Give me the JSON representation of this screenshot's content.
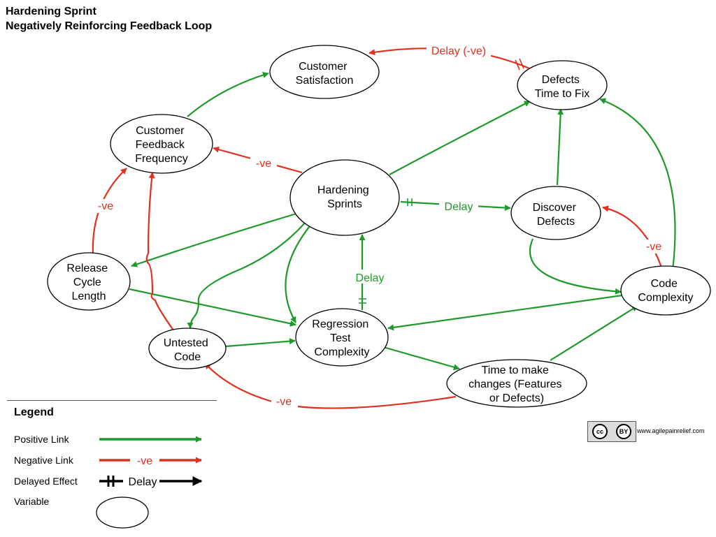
{
  "title": {
    "line1": "Hardening Sprint",
    "line2": "Negatively Reinforcing Feedback Loop"
  },
  "colors": {
    "positive": "#1f9a2a",
    "negative": "#e0301e",
    "delay": "#000000"
  },
  "nodes": {
    "customer_satisfaction": [
      "Customer",
      "Satisfaction"
    ],
    "defects_time_to_fix": [
      "Defects",
      "Time to Fix"
    ],
    "customer_feedback_frequency": [
      "Customer",
      "Feedback",
      "Frequency"
    ],
    "hardening_sprints": [
      "Hardening",
      "Sprints"
    ],
    "discover_defects": [
      "Discover",
      "Defects"
    ],
    "release_cycle_length": [
      "Release",
      "Cycle",
      "Length"
    ],
    "code_complexity": [
      "Code",
      "Complexity"
    ],
    "regression_test_complexity": [
      "Regression",
      "Test",
      "Complexity"
    ],
    "untested_code": [
      "Untested",
      "Code"
    ],
    "time_to_make_changes": [
      "Time to make",
      "changes (Features",
      "or Defects)"
    ]
  },
  "edge_labels": {
    "defects_to_satisfaction": "Delay (-ve)",
    "hardening_to_feedback": "-ve",
    "hardening_to_discover": "Delay",
    "release_to_feedback": "-ve",
    "regression_to_hardening": "Delay",
    "complexity_to_discover": "-ve",
    "changes_to_untested": "-ve"
  },
  "legend": {
    "title": "Legend",
    "positive_link": "Positive Link",
    "negative_link": "Negative Link",
    "negative_sample": "-ve",
    "delayed_effect": "Delayed Effect",
    "delay_sample": "Delay",
    "variable": "Variable"
  },
  "license": {
    "cc": "cc",
    "by": "BY",
    "site": "www.agilepainrelief.com"
  }
}
